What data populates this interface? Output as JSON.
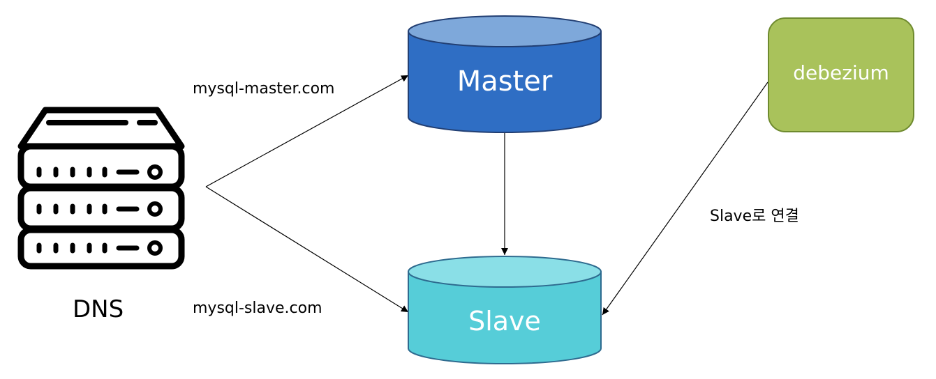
{
  "nodes": {
    "dns": {
      "label": "DNS",
      "icon": "server-stack-icon"
    },
    "master": {
      "label": "Master",
      "fill": "#2F6EC4",
      "top": "#7EA8DA",
      "stroke": "#223F73"
    },
    "slave": {
      "label": "Slave",
      "fill": "#56CDD8",
      "top": "#8ADFE7",
      "stroke": "#2E6B8F"
    },
    "debezium": {
      "label": "debezium",
      "fill": "#A9C25B",
      "stroke": "#6E8A2E"
    }
  },
  "edges": {
    "dns_to_master": {
      "label": "mysql-master.com"
    },
    "dns_to_slave": {
      "label": "mysql-slave.com"
    },
    "master_to_slave": {
      "label": ""
    },
    "debezium_to_slave": {
      "label": "Slave로 연결"
    }
  }
}
